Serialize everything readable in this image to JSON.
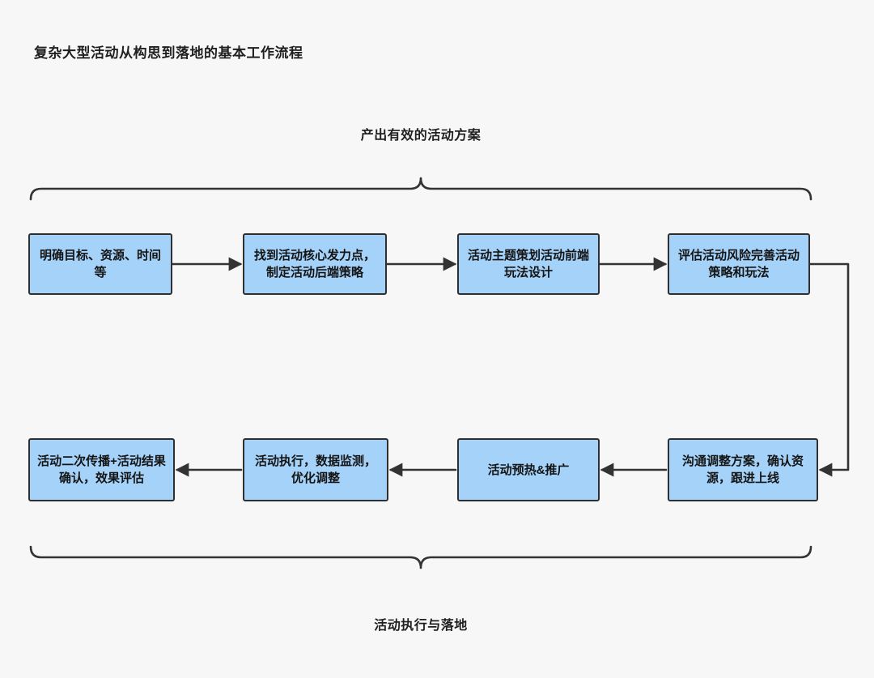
{
  "page": {
    "title": "复杂大型活动从构思到落地的基本工作流程"
  },
  "colors": {
    "box_fill": "#a5d2f8",
    "box_border": "#2f2f2f",
    "line": "#333333",
    "bg": "#f7f7f7"
  },
  "top_section": {
    "label": "产出有效的活动方案",
    "boxes": [
      {
        "label": "明确目标、资源、时间等"
      },
      {
        "label": "找到活动核心发力点，制定活动后端策略"
      },
      {
        "label": "活动主题策划活动前端玩法设计"
      },
      {
        "label": "评估活动风险完善活动策略和玩法"
      }
    ]
  },
  "bottom_section": {
    "label": "活动执行与落地",
    "boxes": [
      {
        "label": "沟通调整方案，确认资源，跟进上线"
      },
      {
        "label": "活动预热&推广"
      },
      {
        "label": "活动执行，数据监测，优化调整"
      },
      {
        "label": "活动二次传播+活动结果确认，效果评估"
      }
    ]
  }
}
